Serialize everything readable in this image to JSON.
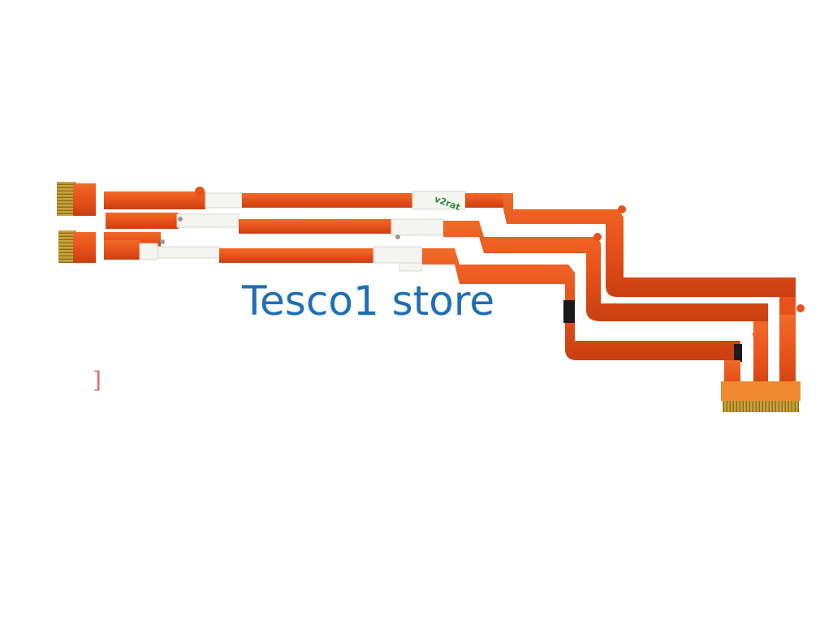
{
  "photo": {
    "subject_icon": "flex-ribbon-cable-icon",
    "cable_count": 3,
    "part_label": "v2rat",
    "colors": {
      "background": "#ffffff",
      "flex_orange": "#e8521a",
      "flex_orange_dark": "#c93f10",
      "flex_amber": "#f08a30",
      "stiffener_white": "#f4f4f0",
      "contact_gold": "#c9a43a",
      "connector_black": "#1a1a1a"
    }
  },
  "watermark": {
    "text": "Tesco1 store",
    "color": "#1f6fb4"
  },
  "stray_mark": {
    "text": "]",
    "color": "#e46a6a"
  }
}
